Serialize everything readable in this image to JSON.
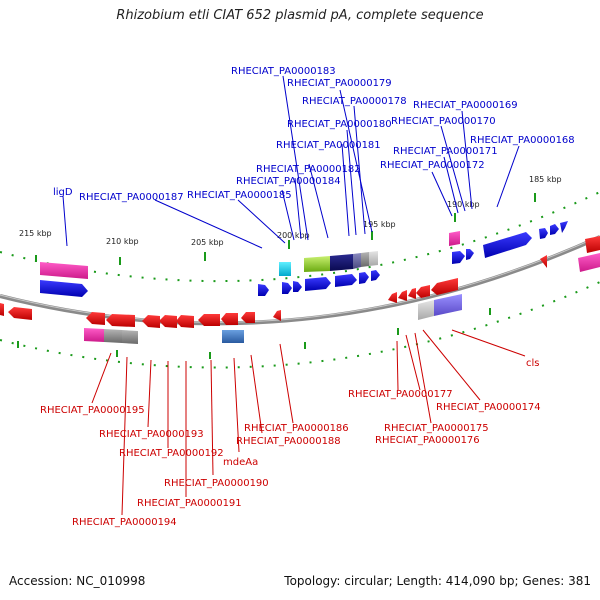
{
  "title": "Rhizobium etli CIAT 652 plasmid pA, complete sequence",
  "footer": {
    "accession": "Accession: NC_010998",
    "summary": "Topology: circular; Length: 414,090 bp; Genes: 381"
  },
  "colors": {
    "forward_label": "#0000cc",
    "reverse_label": "#cc0000",
    "forward_gene": "#1a1aff",
    "reverse_gene": "#ee1111",
    "backbone": "#8a8a8a",
    "tick": "#1a9a1a"
  },
  "scale_labels": [
    "185 kbp",
    "190 kbp",
    "195 kbp",
    "200 kbp",
    "205 kbp",
    "210 kbp",
    "215 kbp"
  ],
  "forward_labels": [
    "ligD",
    "RHECIAT_PA0000187",
    "RHECIAT_PA0000185",
    "RHECIAT_PA0000184",
    "RHECIAT_PA0000182",
    "RHECIAT_PA0000181",
    "RHECIAT_PA0000180",
    "RHECIAT_PA0000178",
    "RHECIAT_PA0000179",
    "RHECIAT_PA0000183",
    "RHECIAT_PA0000172",
    "RHECIAT_PA0000171",
    "RHECIAT_PA0000170",
    "RHECIAT_PA0000169",
    "RHECIAT_PA0000168"
  ],
  "reverse_labels": [
    "RHECIAT_PA0000195",
    "RHECIAT_PA0000193",
    "RHECIAT_PA0000192",
    "RHECIAT_PA0000190",
    "RHECIAT_PA0000191",
    "RHECIAT_PA0000194",
    "mdeAa",
    "RHECIAT_PA0000188",
    "RHECIAT_PA0000186",
    "RHECIAT_PA0000177",
    "RHECIAT_PA0000175",
    "RHECIAT_PA0000176",
    "RHECIAT_PA0000174",
    "cls"
  ]
}
